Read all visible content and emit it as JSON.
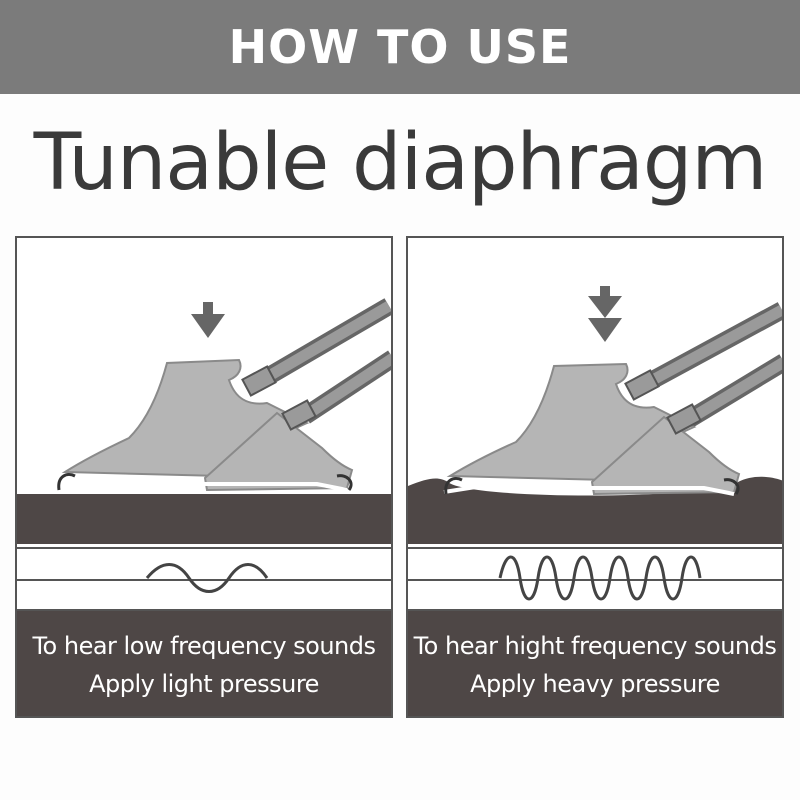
{
  "banner": {
    "title": "HOW TO USE"
  },
  "main_title": "Tunable diaphragm",
  "panels": [
    {
      "caption_line1": "To hear low frequency sounds",
      "caption_line2": "Apply light pressure"
    },
    {
      "caption_line1": "To hear hight frequency sounds",
      "caption_line2": "Apply heavy pressure"
    }
  ],
  "colors": {
    "banner_bg": "#7b7b7b",
    "chestpiece": "#b3b3b3",
    "surface": "#4e4746",
    "tube": "#7a7a7a",
    "caption_bg": "#4e4746"
  }
}
